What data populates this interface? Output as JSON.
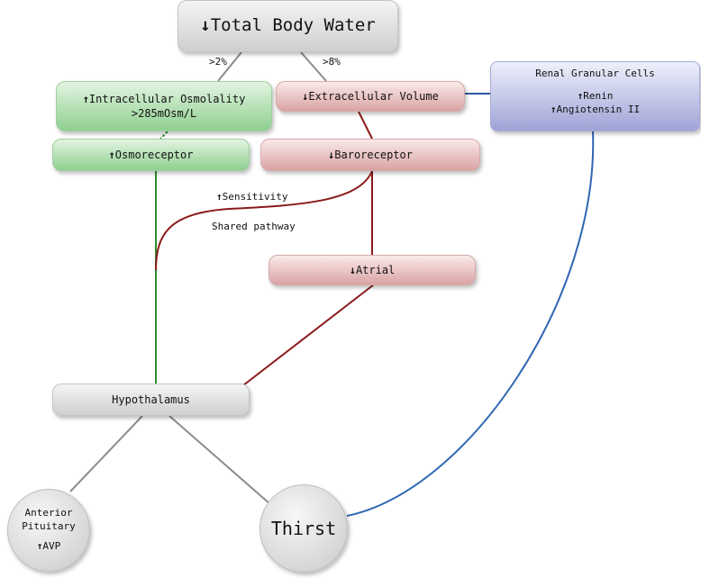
{
  "nodes": {
    "total_body_water": "Total Body Water",
    "intracellular_osmolality": "Intracellular Osmolality",
    "osmolality_threshold": ">285mOsm/L",
    "extracellular_volume": "Extracellular Volume",
    "renal_granular_cells": "Renal Granular Cells",
    "renin": "Renin",
    "angiotensin": "Angiotensin II",
    "osmoreceptor": "Osmoreceptor",
    "baroreceptor": "Baroreceptor",
    "atrial": "Atrial",
    "hypothalamus": "Hypothalamus",
    "anterior_pituitary": "Anterior Pituitary",
    "avp": "AVP",
    "thirst": "Thirst"
  },
  "labels": {
    "threshold_intracellular": ">2%",
    "threshold_extracellular": ">8%",
    "sensitivity": "Sensitivity",
    "shared_pathway": "Shared pathway"
  },
  "colors": {
    "grey_line": "#8c8c8c",
    "green_line": "#2e8b2e",
    "red_line": "#8b1a1a",
    "blue_line": "#2f66b3"
  }
}
